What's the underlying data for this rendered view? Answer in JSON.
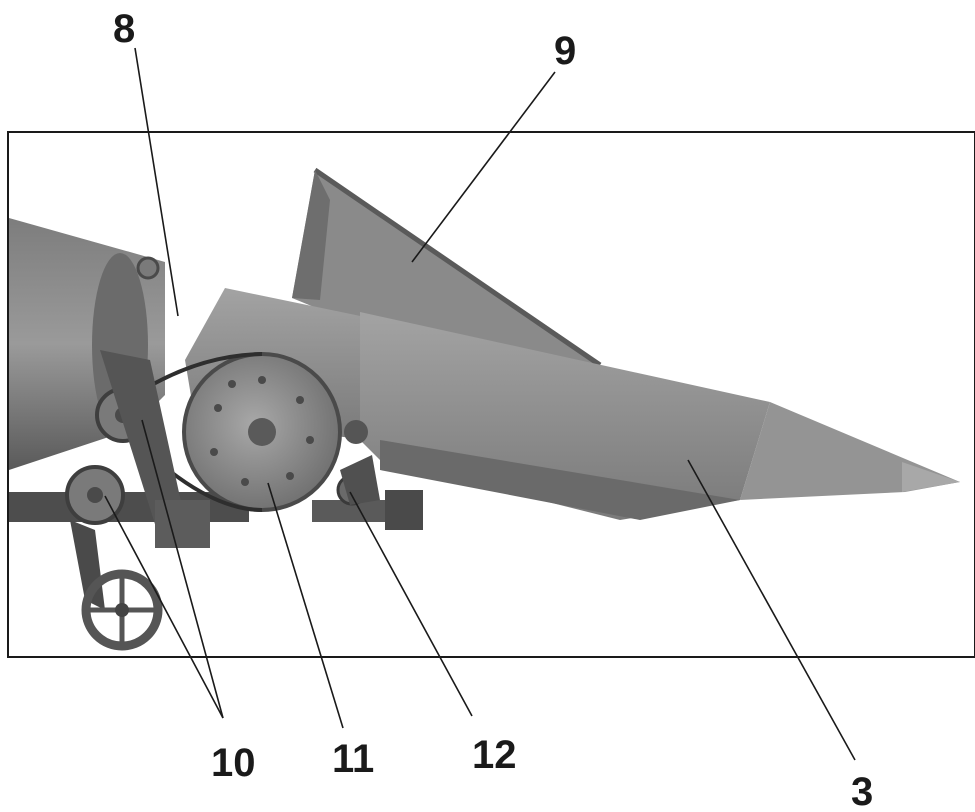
{
  "callouts": [
    {
      "id": "c8",
      "label": "8"
    },
    {
      "id": "c9",
      "label": "9"
    },
    {
      "id": "c10",
      "label": "10"
    },
    {
      "id": "c11",
      "label": "11"
    },
    {
      "id": "c12",
      "label": "12"
    },
    {
      "id": "c3",
      "label": "3"
    }
  ],
  "colors": {
    "frame": "#1a1a1a",
    "machine_body": "#8f8f8f",
    "machine_shadow": "#5e5e5e",
    "machine_dark": "#3b3b3b",
    "background": "#ffffff"
  }
}
